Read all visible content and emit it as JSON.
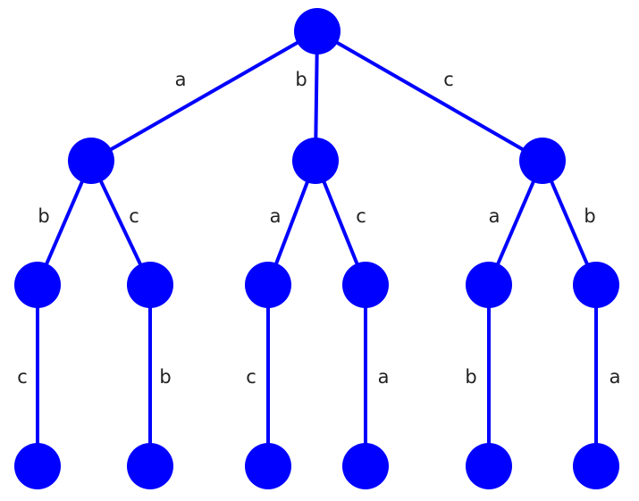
{
  "colors": {
    "node": "#0000ff",
    "edge": "#0000ff",
    "label": "#222222"
  },
  "tree": {
    "root": "r",
    "nodes": [
      "r",
      "a",
      "b",
      "c",
      "ab",
      "ac",
      "ba",
      "bc",
      "ca",
      "cb",
      "abc",
      "acb",
      "bac",
      "bca",
      "cab",
      "cba"
    ],
    "edges": [
      {
        "from": "r",
        "to": "a",
        "label": "a"
      },
      {
        "from": "r",
        "to": "b",
        "label": "b"
      },
      {
        "from": "r",
        "to": "c",
        "label": "c"
      },
      {
        "from": "a",
        "to": "ab",
        "label": "b"
      },
      {
        "from": "a",
        "to": "ac",
        "label": "c"
      },
      {
        "from": "b",
        "to": "ba",
        "label": "a"
      },
      {
        "from": "b",
        "to": "bc",
        "label": "c"
      },
      {
        "from": "c",
        "to": "ca",
        "label": "a"
      },
      {
        "from": "c",
        "to": "cb",
        "label": "b"
      },
      {
        "from": "ab",
        "to": "abc",
        "label": "c"
      },
      {
        "from": "ac",
        "to": "acb",
        "label": "b"
      },
      {
        "from": "ba",
        "to": "bac",
        "label": "c"
      },
      {
        "from": "bc",
        "to": "bca",
        "label": "a"
      },
      {
        "from": "ca",
        "to": "cab",
        "label": "b"
      },
      {
        "from": "cb",
        "to": "cba",
        "label": "a"
      }
    ]
  }
}
